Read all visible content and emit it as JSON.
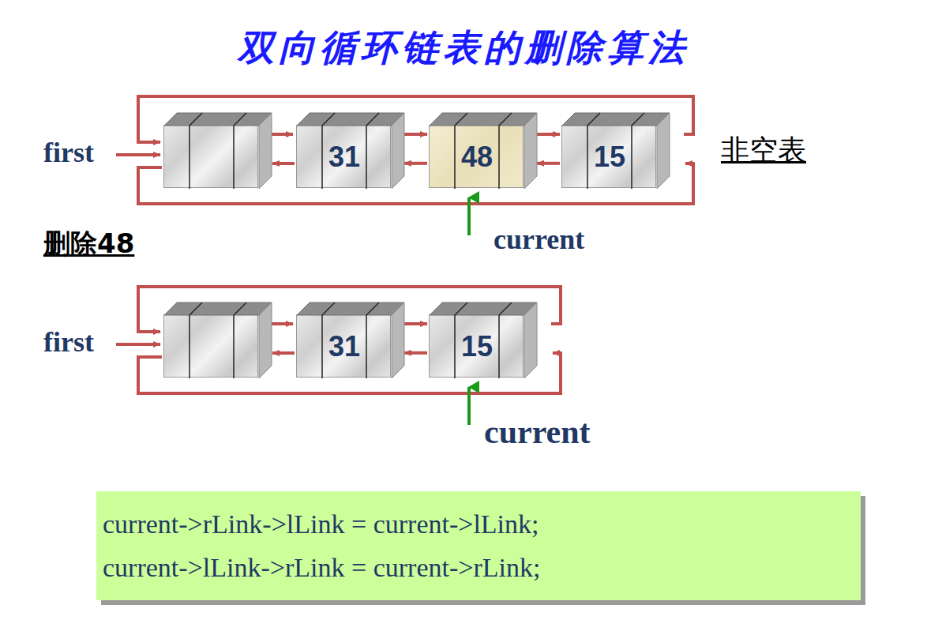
{
  "diagram": {
    "title": "双向循环链表的删除算法",
    "nodes": [
      {
        "text": [
          "31"
        ]
      },
      {
        "text": [
          "48"
        ]
      },
      {
        "text": [
          "15"
        ]
      },
      {
        "text": [
          "31"
        ]
      },
      {
        "text": [
          "15"
        ]
      },
      {
        "text": [
          "current->rLink->lLink = current->lLink;",
          "current->lLink->rLink = current->rLink;"
        ]
      }
    ],
    "edges": [
      {
        "from": 0,
        "to": 1,
        "arrow": "to"
      },
      {
        "from": 1,
        "to": 0,
        "arrow": "to"
      },
      {
        "from": 1,
        "to": 2,
        "arrow": "to"
      },
      {
        "from": 2,
        "to": 1,
        "arrow": "to"
      },
      {
        "from": 3,
        "to": 4,
        "arrow": "to"
      },
      {
        "from": 4,
        "to": 3,
        "arrow": "to"
      }
    ],
    "labels": [
      "first",
      "非空表",
      "current",
      "删除48",
      "first",
      "current"
    ]
  }
}
